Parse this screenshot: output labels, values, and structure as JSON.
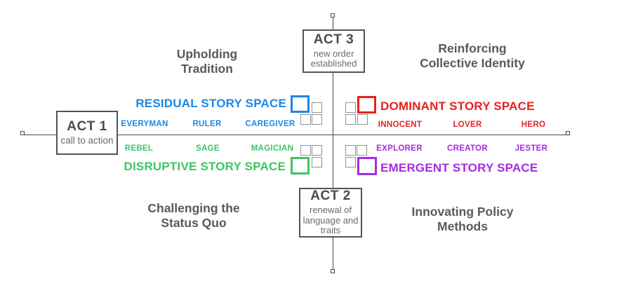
{
  "colors": {
    "residual_blue": "#1b87e5",
    "dominant_red": "#e8201e",
    "disruptive_green": "#3dc464",
    "emergent_purple": "#a42be1",
    "label_gray": "#58595b",
    "axis_gray": "#4a4a4c"
  },
  "acts": {
    "act1": {
      "title": "ACT 1",
      "subtitle": "call to action"
    },
    "act2": {
      "title": "ACT 2",
      "subtitle": "renewal of\nlanguage and\ntraits"
    },
    "act3": {
      "title": "ACT 3",
      "subtitle": "new order\nestablished"
    }
  },
  "quadrant_labels": {
    "top_left": "Upholding\nTradition",
    "top_right": "Reinforcing\nCollective Identity",
    "bottom_left": "Challenging the\nStatus Quo",
    "bottom_right": "Innovating Policy\nMethods"
  },
  "story_spaces": {
    "residual": {
      "label": "RESIDUAL STORY SPACE",
      "color": "#1b87e5",
      "archetypes": [
        "EVERYMAN",
        "RULER",
        "CAREGIVER"
      ]
    },
    "dominant": {
      "label": "DOMINANT STORY SPACE",
      "color": "#e8201e",
      "archetypes": [
        "INNOCENT",
        "LOVER",
        "HERO"
      ]
    },
    "disruptive": {
      "label": "DISRUPTIVE STORY SPACE",
      "color": "#3dc464",
      "archetypes": [
        "REBEL",
        "SAGE",
        "MAGICIAN"
      ]
    },
    "emergent": {
      "label": "EMERGENT STORY SPACE",
      "color": "#a42be1",
      "archetypes": [
        "EXPLORER",
        "CREATOR",
        "JESTER"
      ]
    }
  }
}
